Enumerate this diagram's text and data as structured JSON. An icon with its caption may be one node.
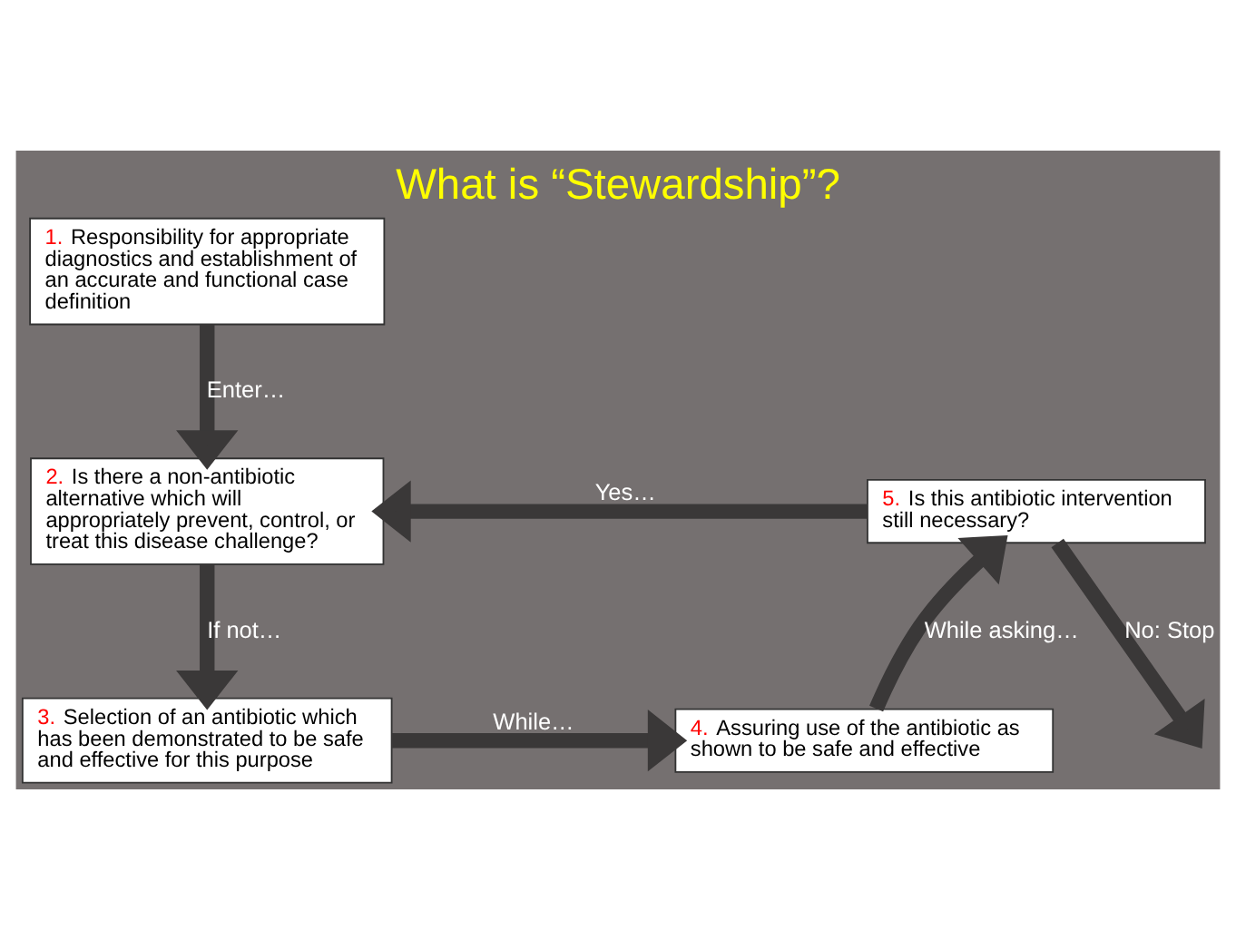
{
  "diagram": {
    "title": "What is “Stewardship”?",
    "nodes": [
      {
        "text": [
          "1.",
          "Responsibility for appropriate diagnostics and establishment of an accurate and functional case definition"
        ]
      },
      {
        "text": [
          "2.",
          "Is there a non-antibiotic alternative which will appropriately prevent, control, or treat this disease challenge?"
        ]
      },
      {
        "text": [
          "3.",
          "Selection of an antibiotic which has been demonstrated to be safe and effective for this purpose"
        ]
      },
      {
        "text": [
          "4.",
          "Assuring use of the antibiotic as shown to be safe and effective"
        ]
      },
      {
        "text": [
          "5.",
          "Is this antibiotic intervention still necessary?"
        ]
      }
    ],
    "edges": [
      {
        "from": 0,
        "to": 1,
        "arrow": "to",
        "label": "Enter…"
      },
      {
        "from": 1,
        "to": 2,
        "arrow": "to",
        "label": "If not…"
      },
      {
        "from": 2,
        "to": 3,
        "arrow": "to",
        "label": "While…"
      },
      {
        "from": 3,
        "to": 4,
        "arrow": "to",
        "label": "While asking…"
      },
      {
        "from": 4,
        "to": 1,
        "arrow": "to",
        "label": "Yes…"
      },
      {
        "from": 4,
        "to": null,
        "arrow": "to",
        "label": "No: Stop"
      }
    ]
  }
}
